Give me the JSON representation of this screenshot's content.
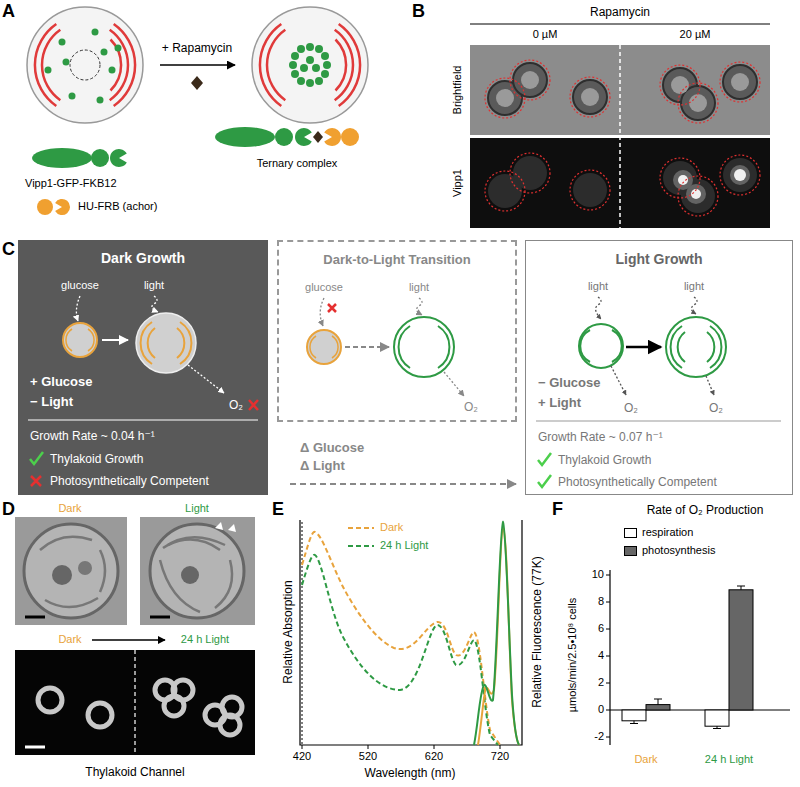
{
  "diagram": {
    "nodes": [
      {
        "text": [
          "Dark Growth",
          "glucose",
          "light",
          "O₂",
          "+ Glucose",
          "− Light",
          "Growth Rate ~ 0.04 h⁻¹",
          "Thylakoid Growth",
          "Photosynthetically Competent"
        ]
      },
      {
        "text": [
          "Dark-to-Light Transition",
          "glucose",
          "light",
          "O₂"
        ]
      },
      {
        "text": [
          "Light Growth",
          "light",
          "light",
          "O₂",
          "O₂",
          "− Glucose",
          "+ Light",
          "Growth Rate ~ 0.07 h⁻¹",
          "Thylakoid Growth",
          "Photosynthetically Competent"
        ]
      }
    ],
    "labels": [
      "A",
      "+ Rapamycin",
      "Vipp1-GFP-FKB12",
      "HU-FRB (achor)",
      "Ternary complex",
      "B",
      "Rapamycin",
      "0 µM",
      "20 µM",
      "Brightfield",
      "Vipp1",
      "C",
      "Δ Glucose",
      "Δ Light",
      "D",
      "Dark",
      "Light",
      "Dark",
      "24 h Light",
      "Thylakoid Channel",
      "E",
      "Relative Absorption",
      "Relative Fluorescence (77K)",
      "420",
      "520",
      "620",
      "720",
      "Wavelength (nm)",
      "F",
      "Rate of O₂ Production",
      "µmols/min/2.5•10⁸ cells",
      "10",
      "8",
      "6",
      "4",
      "2",
      "0",
      "-2",
      "Dark",
      "24 h Light"
    ],
    "legend": [
      {
        "text": "Dark"
      },
      {
        "text": "24 h Light"
      },
      {
        "text": "respiration",
        "color": "#ffffff"
      },
      {
        "text": "photosynthesis",
        "color": "#666666"
      }
    ]
  }
}
